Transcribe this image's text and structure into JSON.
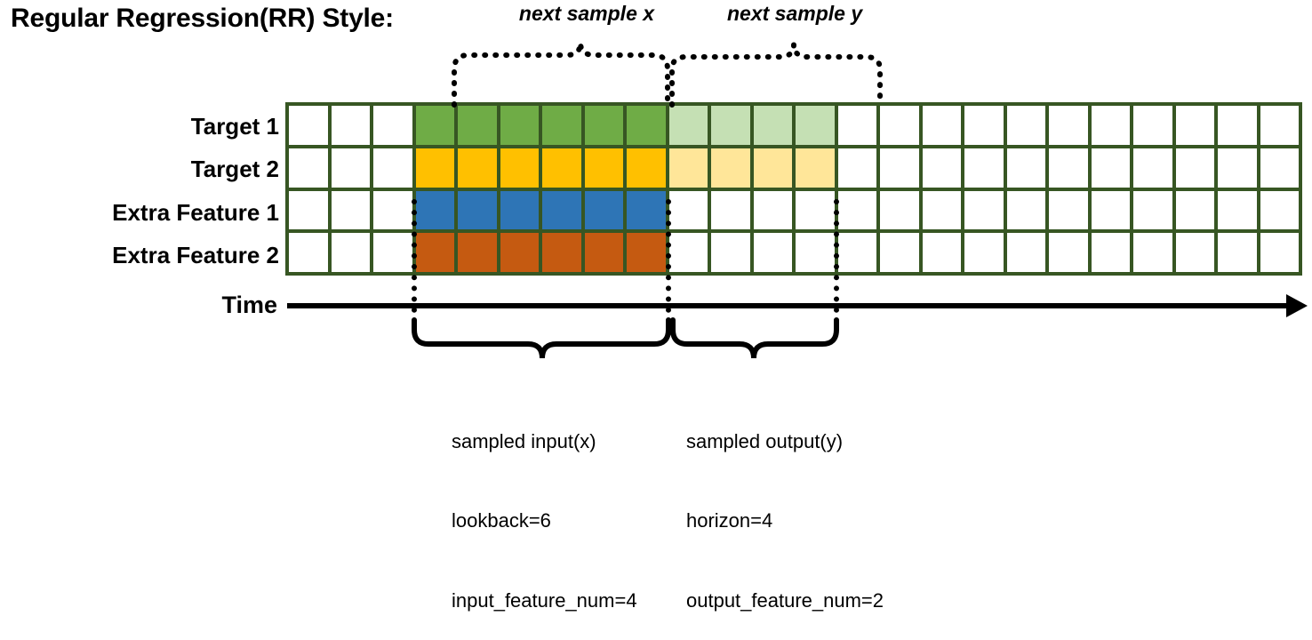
{
  "title": "Regular Regression(RR) Style:",
  "rows": [
    {
      "label": "Target 1",
      "color": "#6FAC46",
      "faded": "#C5E0B4"
    },
    {
      "label": "Target 2",
      "color": "#FFC000",
      "faded": "#FFE699"
    },
    {
      "label": "Extra Feature 1",
      "color": "#2E75B6",
      "faded": null
    },
    {
      "label": "Extra Feature 2",
      "color": "#C55A11",
      "faded": null
    }
  ],
  "grid": {
    "columns": 24,
    "rows": 4,
    "blank_lead_columns": 3,
    "input_columns": 6,
    "output_columns": 4,
    "border_color": "#375623",
    "empty_cell_color": "#FFFFFF"
  },
  "axis": {
    "label": "Time"
  },
  "top_braces": [
    {
      "label": "next sample x"
    },
    {
      "label": "next sample y"
    }
  ],
  "bottom_captions": [
    {
      "title": "sampled input(x)",
      "line2": "lookback=6",
      "line3": "input_feature_num=4"
    },
    {
      "title": "sampled output(y)",
      "line2": "horizon=4",
      "line3": "output_feature_num=2"
    }
  ]
}
